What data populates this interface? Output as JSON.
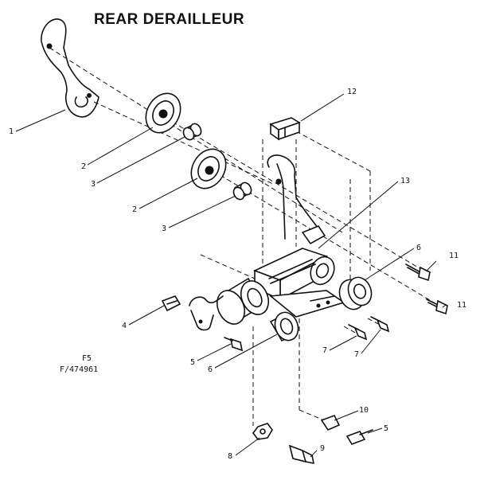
{
  "title": "REAR DERAILLEUR",
  "reference": {
    "line1": "F5",
    "line2": "F/474961"
  },
  "callouts": [
    {
      "id": "c1",
      "label": "1"
    },
    {
      "id": "c2a",
      "label": "2"
    },
    {
      "id": "c2b",
      "label": "2"
    },
    {
      "id": "c3a",
      "label": "3"
    },
    {
      "id": "c3b",
      "label": "3"
    },
    {
      "id": "c4",
      "label": "4"
    },
    {
      "id": "c5a",
      "label": "5"
    },
    {
      "id": "c5b",
      "label": "5"
    },
    {
      "id": "c6a",
      "label": "6"
    },
    {
      "id": "c6b",
      "label": "6"
    },
    {
      "id": "c7a",
      "label": "7"
    },
    {
      "id": "c7b",
      "label": "7"
    },
    {
      "id": "c8",
      "label": "8"
    },
    {
      "id": "c9",
      "label": "9"
    },
    {
      "id": "c10",
      "label": "10"
    },
    {
      "id": "c11a",
      "label": "11"
    },
    {
      "id": "c11b",
      "label": "11"
    },
    {
      "id": "c12",
      "label": "12"
    },
    {
      "id": "c13",
      "label": "13"
    }
  ]
}
